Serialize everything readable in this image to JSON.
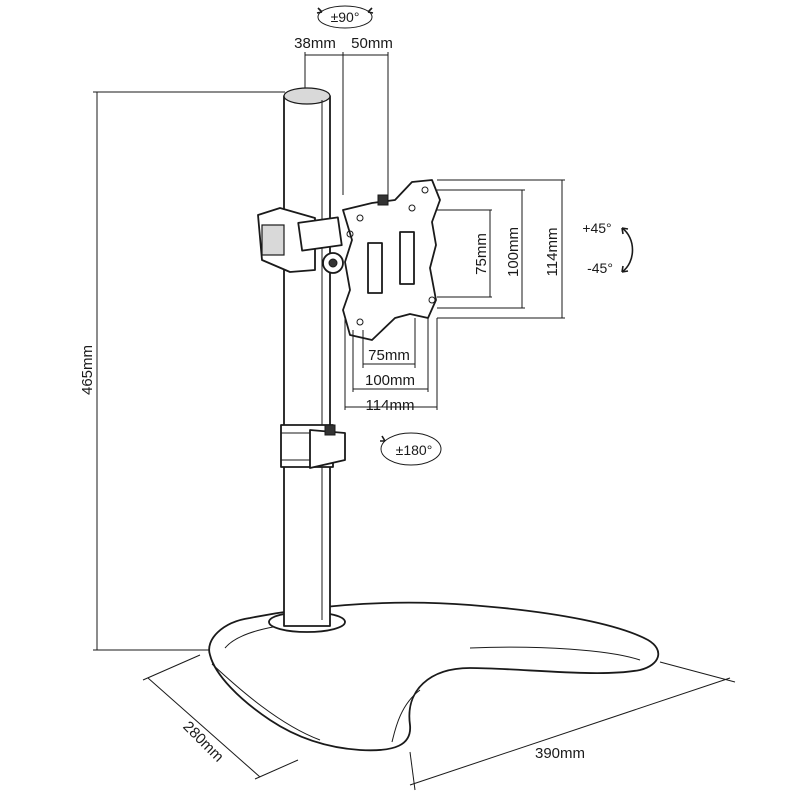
{
  "dimensions": {
    "height": "465mm",
    "depth": "280mm",
    "width": "390mm",
    "pole_offset_38": "38mm",
    "pole_offset_50": "50mm",
    "vesa_h_75": "75mm",
    "vesa_h_100": "100mm",
    "vesa_h_114": "114mm",
    "vesa_v_75": "75mm",
    "vesa_v_100": "100mm",
    "vesa_v_114": "114mm"
  },
  "rotations": {
    "swivel": "±90°",
    "tilt_up": "+45°",
    "tilt_down": "-45°",
    "rotate": "±180°"
  }
}
